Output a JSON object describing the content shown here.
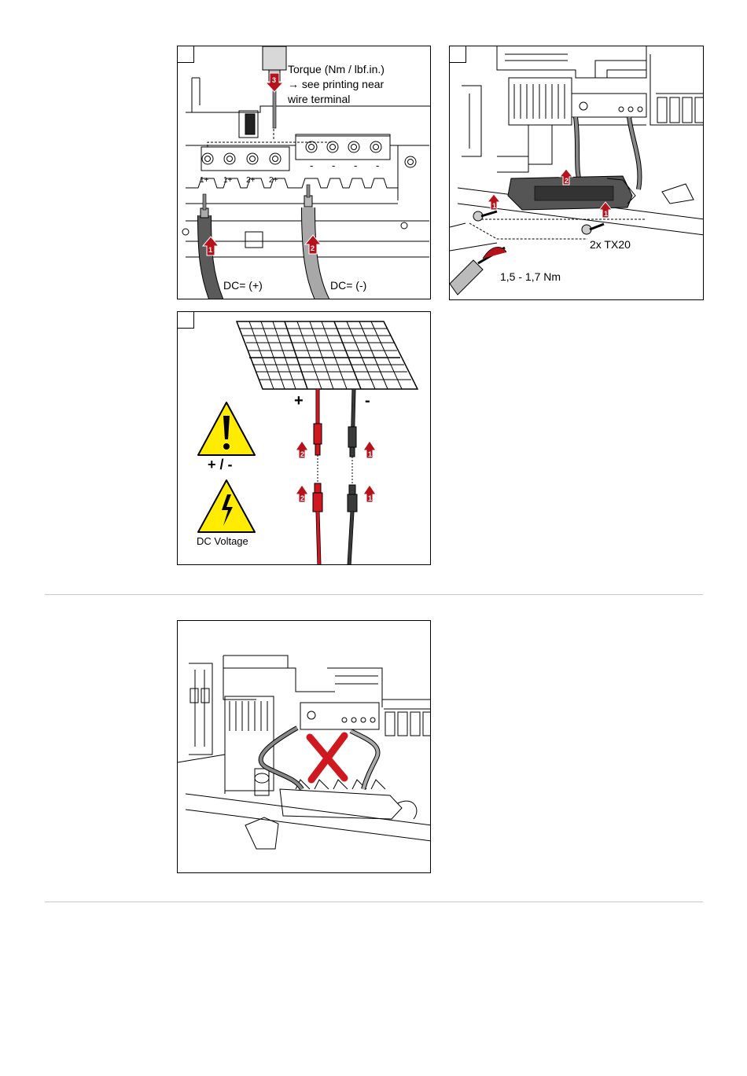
{
  "figures": {
    "panel1": {
      "torque_lines": [
        "Torque (Nm / lbf.in.)",
        "→ see printing near",
        "wire terminal"
      ],
      "dc_plus": "DC= (+)",
      "dc_minus": "DC= (-)",
      "plus_terminals": [
        "1+",
        "1+",
        "2+",
        "2+"
      ],
      "minus_terminals": [
        "-",
        "-",
        "-",
        "-"
      ],
      "badges": [
        "1",
        "2",
        "3"
      ]
    },
    "panel2": {
      "screws": "2x TX20",
      "torque": "1,5 - 1,7 Nm",
      "badges": [
        "1",
        "1",
        "2"
      ]
    },
    "panel3": {
      "plus": "+",
      "minus": "-",
      "plus_minus": "+ / -",
      "dc_voltage": "DC Voltage",
      "badges": [
        "1",
        "1",
        "2",
        "2"
      ]
    },
    "panel4": {}
  },
  "colors": {
    "step_red": "#b5121b",
    "warning_yellow": "#ffec00",
    "cable_red": "#d01820",
    "cable_black": "#3a3a3a",
    "cable_grey": "#8a8a8a",
    "divider": "#c8c8c8"
  }
}
